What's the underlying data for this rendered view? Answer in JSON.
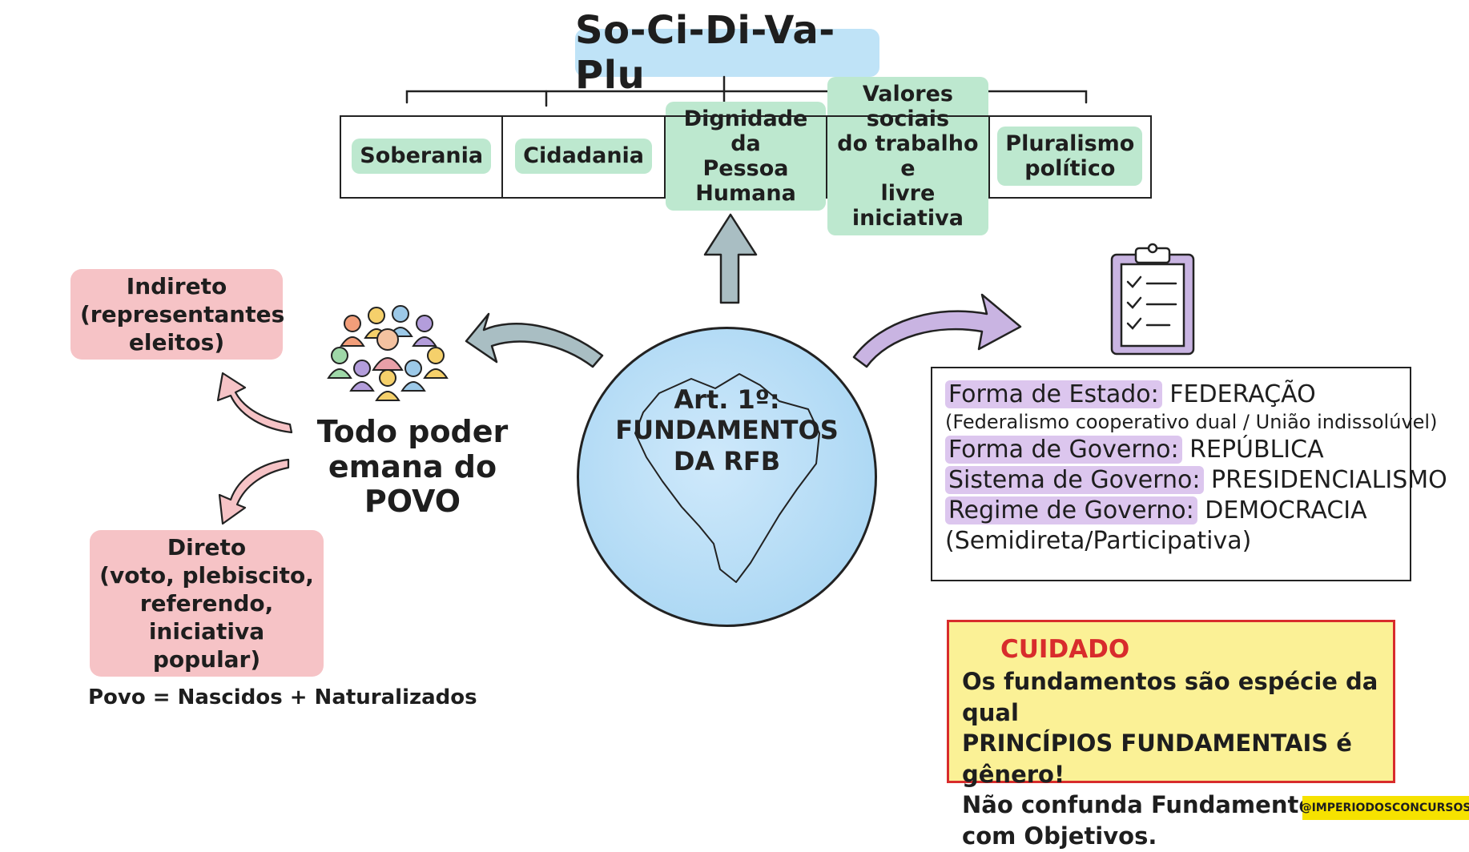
{
  "title": "So-Ci-Di-Va-Plu",
  "fundamentos": [
    "Soberania",
    "Cidadania",
    "Dignidade da\nPessoa Humana",
    "Valores sociais\ndo trabalho e\nlivre iniciativa",
    "Pluralismo\npolítico"
  ],
  "center": {
    "line1": "Art. 1º:",
    "line2": "FUNDAMENTOS",
    "line3": "DA RFB"
  },
  "povo": {
    "main_line1": "Todo poder",
    "main_line2": "emana do POVO",
    "indireto": "Indireto\n(representantes\neleitos)",
    "direto": "Direto\n(voto, plebiscito,\nreferendo,\niniciativa popular)",
    "equation": "Povo = Nascidos + Naturalizados"
  },
  "forma": {
    "estado_label": "Forma de Estado:",
    "estado_value": " FEDERAÇÃO",
    "estado_sub": "(Federalismo cooperativo dual / União indissolúvel)",
    "governo_label": "Forma de Governo:",
    "governo_value": " REPÚBLICA",
    "sistema_label": "Sistema de Governo:",
    "sistema_value": " PRESIDENCIALISMO",
    "regime_label": "Regime de Governo:",
    "regime_value": " DEMOCRACIA",
    "regime_sub": "(Semidireta/Participativa)"
  },
  "cuidado": {
    "title": "CUIDADO",
    "line1": "Os fundamentos são espécie da qual",
    "line2": "PRINCÍPIOS FUNDAMENTAIS é gênero!",
    "line3": "Não confunda Fundamentos com Objetivos."
  },
  "watermark": "@IMPERIODOSCONCURSOS",
  "colors": {
    "title_bg": "#bfe3f7",
    "fund_bg": "#bde8cf",
    "pink": "#f6c3c6",
    "purple": "#dcc6ee",
    "caution_bg": "#fbf196",
    "caution_border": "#d82c2c",
    "circle": "#a9d6f3"
  }
}
